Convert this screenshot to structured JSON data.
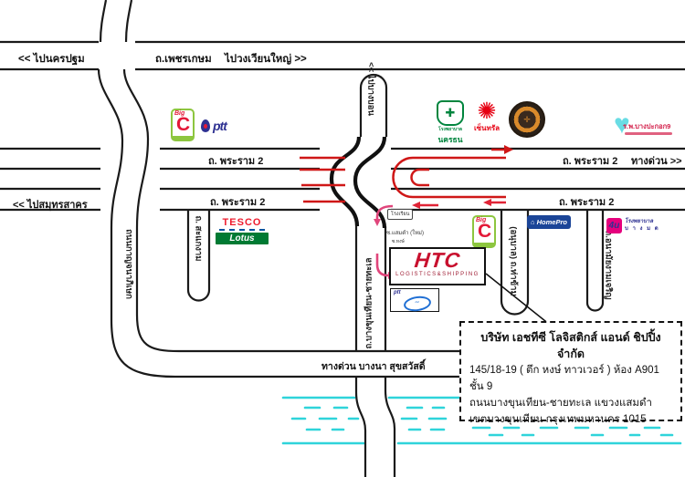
{
  "roads": {
    "phetkasem": {
      "to_left": "<< ไปนครปฐม",
      "name": "ถ.เพชรเกษม",
      "to_right": "ไปวงเวียนใหญ่ >>"
    },
    "bang_bon": {
      "name": "<< ไปบางบอน"
    },
    "rama2": {
      "upper_left": "ถ. พระราม 2",
      "upper_right": "ถ. พระราม 2",
      "expressway_right": "ทางด่วน >>",
      "lower_left": "ถ. พระราม 2",
      "lower_right": "ถ. พระราม 2",
      "to_samut_sakhon": "<< ไปสมุทรสาคร"
    },
    "kanchanaphisek": {
      "name": "ถนนกาญจนาภิเษก"
    },
    "sakae_ngam": {
      "name": "ถ. สะแกงาม"
    },
    "bang_khun_thian_chai_thale": {
      "name": "ถ.บางขุนเทียน-ชายทะเล"
    },
    "tha_kham": {
      "name": "(อนุบาล) ถ.ท่าข้าม"
    },
    "anamai": {
      "name": "ถ.อนามัยงามเจริญ"
    },
    "expressway": {
      "name": "ทางด่วน บางนา สุขสวัสดิ์"
    }
  },
  "landmarks": {
    "big_c_1": {
      "brand": "Big",
      "letter": "C"
    },
    "big_c_2": {
      "brand": "Big",
      "letter": "C"
    },
    "ptt": {
      "name": "ptt"
    },
    "nakhon_thon": {
      "icon": "✚",
      "line1": "โรงพยาบาล",
      "line2": "นครธน"
    },
    "central": {
      "icon": "✺",
      "name": "เซ็นทรัล"
    },
    "emblem": {
      "icon": "✛"
    },
    "bangpakok9": {
      "icon": "♥",
      "name": "ร.พ.บางปะกอก9"
    },
    "tesco_lotus": {
      "line1": "TESCO",
      "line2": "Lotus"
    },
    "homepro": {
      "name": "⌂ HomePro"
    },
    "bangmod": {
      "badge": "4u",
      "line1": "โรงพยาบาล",
      "line2": "บ า ง ม ด"
    },
    "school": {
      "name": "โรงเรียน"
    },
    "soi": {
      "line1": "ซ.แสมดำ (ใหม่)",
      "line2": "ซ.หงษ์"
    },
    "ptt_station": {
      "name": "ptt",
      "swoosh": "~"
    }
  },
  "htc": {
    "wordmark": "HTC",
    "subtitle": "LOGISTICS&SHIPPING"
  },
  "address_box": {
    "line1": "บริษัท เอชทีซี โลจิสติกส์ แอนด์ ชิปปิ้ง จำกัด",
    "line2": "145/18-19 ( ตึก หงษ์ ทาวเวอร์ ) ห้อง A901 ชั้น 9",
    "line3": "ถนนบางขุนเทียน-ชายทะเล แขวงแสมดำ",
    "line4": "เขตบางขุนเทียน กรุงเทพมหานคร 1015"
  },
  "colors": {
    "road_line": "#1a1a1a",
    "route_red": "#cf1717",
    "arrow_pink": "#e0457b",
    "water": "#2fd4da",
    "htc_red": "#c8102e"
  }
}
